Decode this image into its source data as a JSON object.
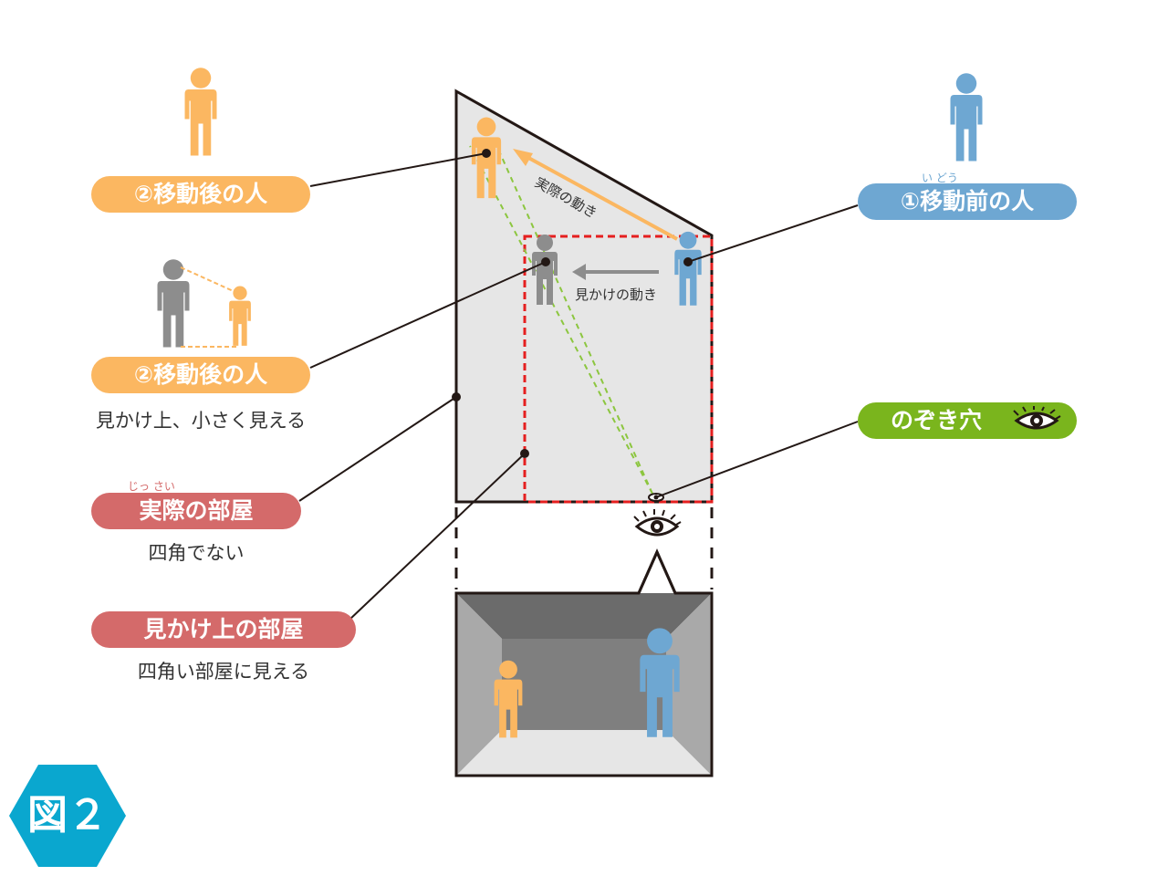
{
  "labels": {
    "after_person": "②移動後の人",
    "after_person_small": "②移動後の人",
    "after_person_small_note": "見かけ上、小さく見える",
    "real_room": "実際の部屋",
    "real_room_ruby": "じっ さい",
    "real_room_note": "四角でない",
    "apparent_room": "見かけ上の部屋",
    "apparent_room_note": "四角い部屋に見える",
    "before_person": "①移動前の人",
    "before_person_ruby": "い  どう",
    "peephole": "のぞき穴"
  },
  "diagram": {
    "actual_motion": "実際の動き",
    "apparent_motion": "見かけの動き"
  },
  "badge": "図２",
  "colors": {
    "orange": "#fbb761",
    "blue": "#6ea7d2",
    "gray": "#8d8d8d",
    "red_label": "#d46a6a",
    "green": "#7ab51d",
    "badge": "#0aa7cf",
    "room_fill": "#e6e6e6",
    "dashed_red": "#e51f1f",
    "dashed_green": "#8cc63f"
  }
}
